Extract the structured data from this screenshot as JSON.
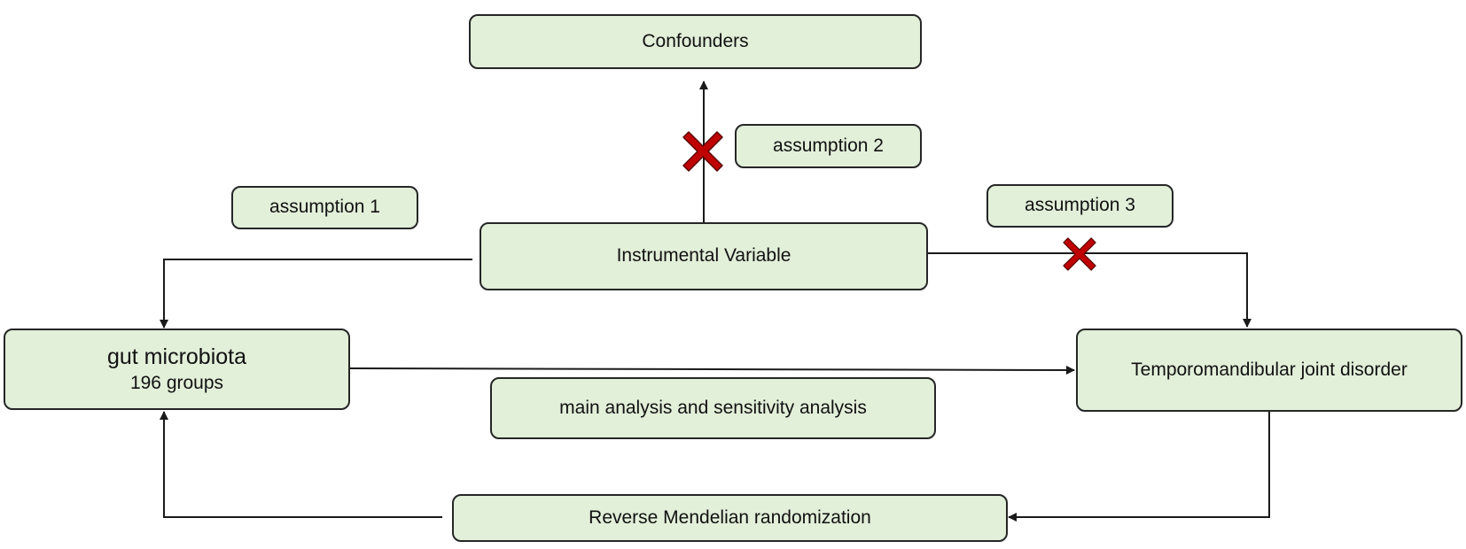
{
  "nodes": {
    "confounders": "Confounders",
    "assumption_2": "assumption 2",
    "assumption_1": "assumption 1",
    "assumption_3": "assumption 3",
    "instrumental_variable": "Instrumental Variable",
    "gut_microbiota_title": "gut microbiota",
    "gut_microbiota_subtitle": "196 groups",
    "tmd": "Temporomandibular joint disorder",
    "main_analysis": "main analysis and sensitivity analysis",
    "reverse_mr": "Reverse Mendelian randomization"
  },
  "edges": [
    {
      "from": "instrumental_variable",
      "to": "confounders",
      "blocked": true
    },
    {
      "from": "instrumental_variable",
      "to": "gut_microbiota",
      "blocked": false
    },
    {
      "from": "instrumental_variable",
      "to": "tmd",
      "blocked": true
    },
    {
      "from": "gut_microbiota",
      "to": "tmd",
      "blocked": false
    },
    {
      "from": "tmd",
      "to": "reverse_mr",
      "blocked": false
    },
    {
      "from": "reverse_mr",
      "to": "gut_microbiota",
      "blocked": false
    }
  ],
  "colors": {
    "box_fill": "#e2efd9",
    "box_border": "#262626",
    "line": "#1a1a1a",
    "cross_fill": "#c00000",
    "cross_outline": "#5a0000"
  }
}
